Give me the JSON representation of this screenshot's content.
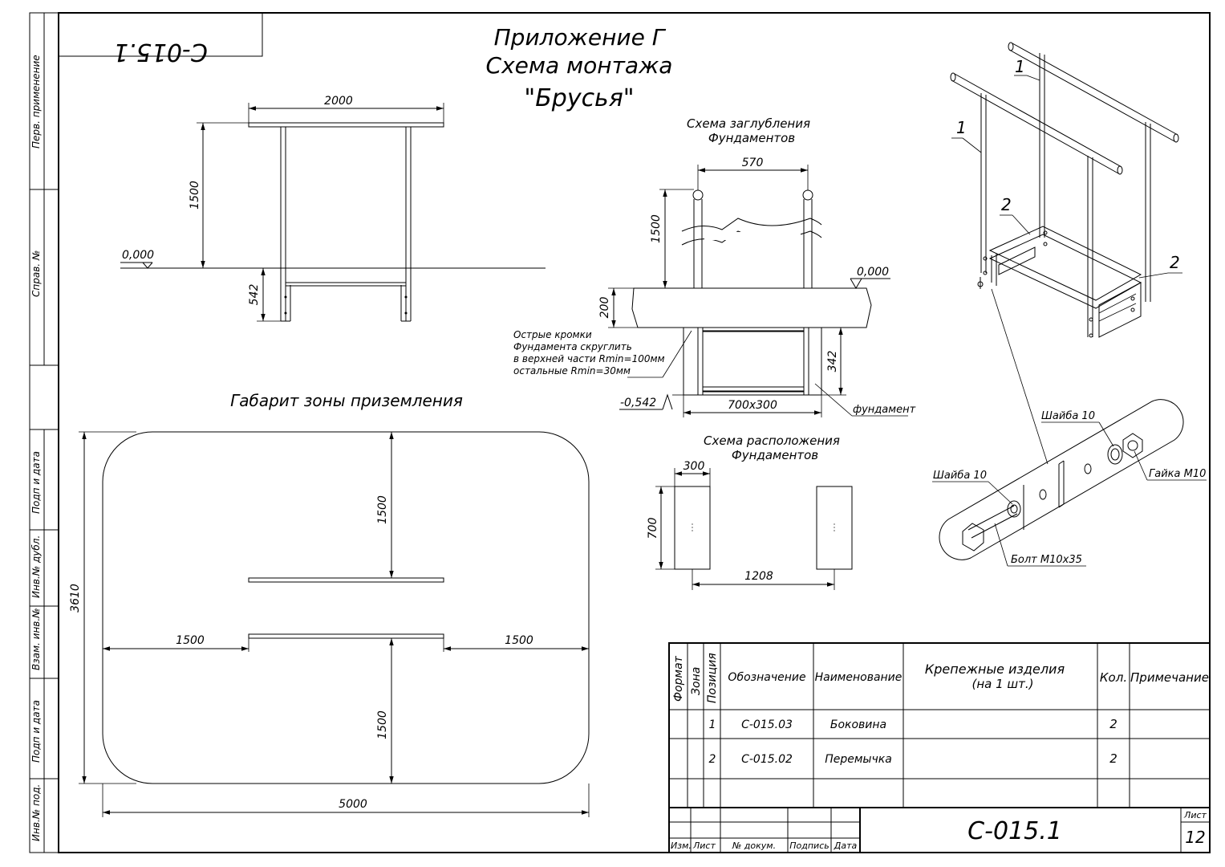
{
  "doc_code": "С-015.1",
  "title": {
    "line1": "Приложение Г",
    "line2": "Схема монтажа",
    "line3": "\"Брусья\""
  },
  "side_stamp": {
    "perv_primenenie": "Перв. применение",
    "sprav_no": "Справ. №",
    "podp_data_1": "Подп и дата",
    "inv_dubl": "Инв.№ дубл.",
    "vzam_inv": "Взам. инв.№",
    "podp_data_2": "Подп и дата",
    "inv_pod": "Инв.№ под."
  },
  "elevation": {
    "width": "2000",
    "height": "1500",
    "depth": "542",
    "level": "0,000"
  },
  "foundation_depth": {
    "title_1": "Схема заглубления",
    "title_2": "Фундаментов",
    "spacing": "570",
    "height": "1500",
    "layer": "200",
    "depth": "342",
    "level_top": "0,000",
    "level_bottom": "-0,542",
    "size": "700х300",
    "foundation_label": "фундамент",
    "note_1": "Острые кромки",
    "note_2": "Фундамента скруглить",
    "note_3": "в верхней части Rmin=100мм",
    "note_4": "остальные Rmin=30мм"
  },
  "foundation_layout": {
    "title_1": "Схема расположения",
    "title_2": "Фундаментов",
    "width": "300",
    "length": "700",
    "spacing": "1208"
  },
  "landing_zone": {
    "title": "Габарит зоны приземления",
    "total_width": "5000",
    "total_height": "3610",
    "side_left": "1500",
    "side_right": "1500",
    "top": "1500",
    "bottom": "1500"
  },
  "iso_view": {
    "callout_1a": "1",
    "callout_1b": "1",
    "callout_2a": "2",
    "callout_2b": "2"
  },
  "detail": {
    "washer_top": "Шайба 10",
    "washer_left": "Шайба 10",
    "nut": "Гайка М10",
    "bolt": "Болт М10х35"
  },
  "spec_table": {
    "headers": {
      "format": "Формат",
      "zone": "Зона",
      "position": "Позиция",
      "designation": "Обозначение",
      "name": "Наименование",
      "fasteners_1": "Крепежные изделия",
      "fasteners_2": "(на 1 шт.)",
      "qty": "Кол.",
      "note": "Примечание"
    },
    "rows": [
      {
        "pos": "1",
        "designation": "С-015.03",
        "name": "Боковина",
        "qty": "2"
      },
      {
        "pos": "2",
        "designation": "С-015.02",
        "name": "Перемычка",
        "qty": "2"
      }
    ]
  },
  "title_block": {
    "izm": "Изм.",
    "list": "Лист",
    "doc_no": "№ докум.",
    "podpis": "Подпись",
    "data": "Дата",
    "code": "С-015.1",
    "sheet_label": "Лист",
    "sheet_no": "12"
  }
}
